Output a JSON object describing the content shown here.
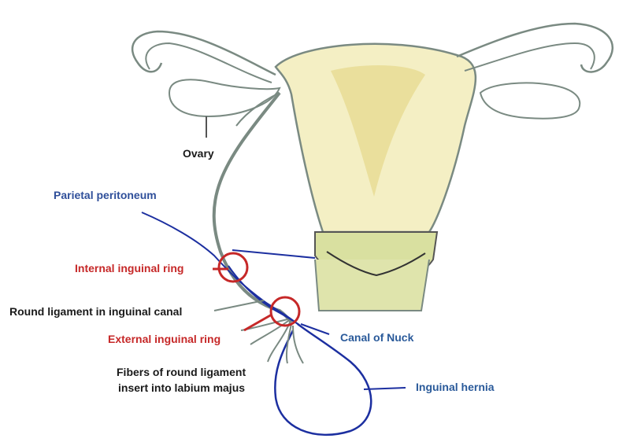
{
  "labels": {
    "ovary": "Ovary",
    "parietal_peritoneum": "Parietal peritoneum",
    "internal_inguinal_ring": "Internal inguinal ring",
    "round_ligament_canal": "Round ligament in inguinal canal",
    "external_inguinal_ring": "External inguinal ring",
    "canal_of_nuck": "Canal of Nuck",
    "fibers_line1": "Fibers of round ligament",
    "fibers_line2": "insert into labium majus",
    "inguinal_hernia": "Inguinal hernia"
  },
  "colors": {
    "outline": "#7a8a82",
    "uterus_fill": "#f4efc4",
    "cavity_fill": "#eadf9c",
    "cervix_fill": "#d9e0a0",
    "peritoneum_blue": "#1c2fa0",
    "ring_red": "#c62828"
  }
}
